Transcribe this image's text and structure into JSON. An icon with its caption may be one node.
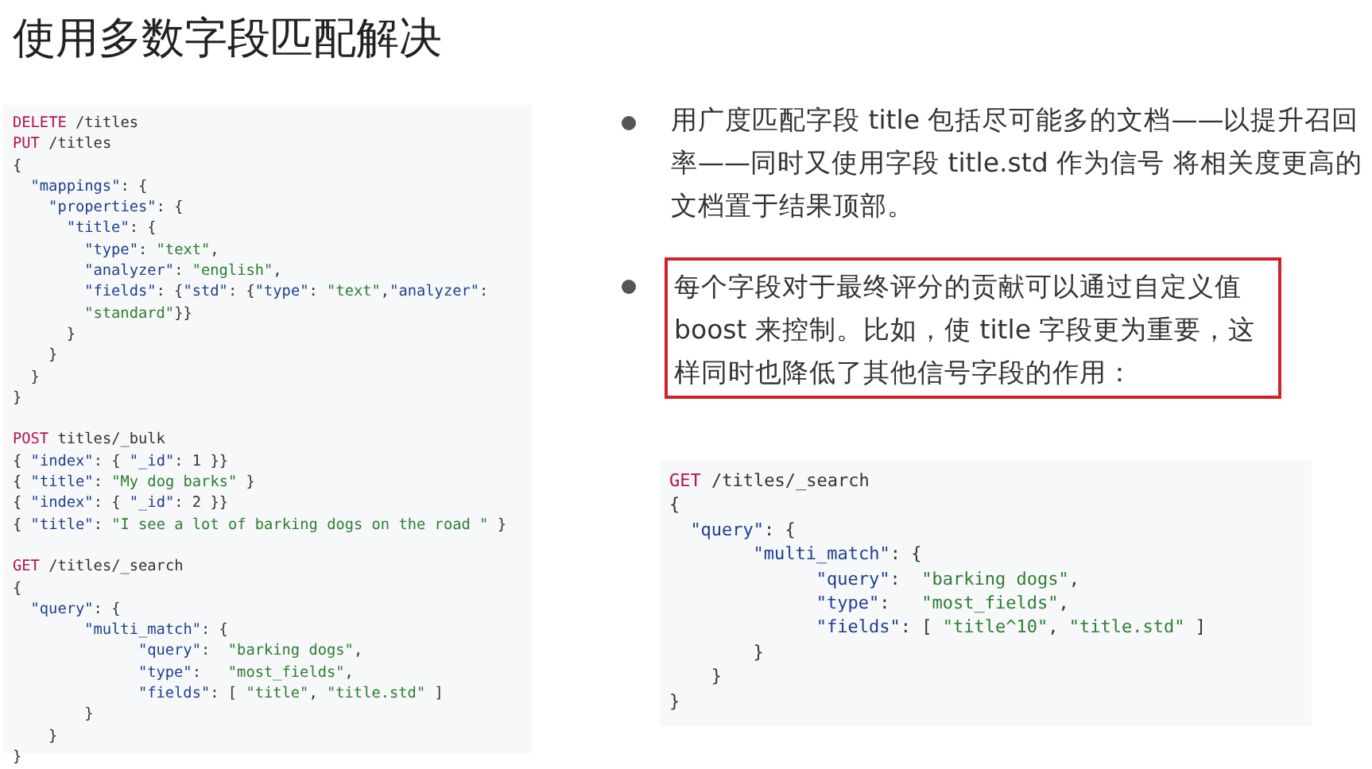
{
  "diagram": {
    "title": "使用多数字段匹配解决",
    "nodes": [
      {
        "text": [
          "DELETE /titles",
          "PUT /titles",
          "{",
          "  \"mappings\": {",
          "    \"properties\": {",
          "      \"title\": {",
          "        \"type\": \"text\",",
          "        \"analyzer\": \"english\",",
          "        \"fields\": {\"std\": {\"type\": \"text\",\"analyzer\": \"standard\"}}",
          "      }",
          "    }",
          "  }",
          "}",
          "POST titles/_bulk",
          "{ \"index\": { \"_id\": 1 }}",
          "{ \"title\": \"My dog barks\" }",
          "{ \"index\": { \"_id\": 2 }}",
          "{ \"title\": \"I see a lot of barking dogs on the road \" }",
          "GET /titles/_search",
          "{",
          "  \"query\": {",
          "        \"multi_match\": {",
          "              \"query\":  \"barking dogs\",",
          "              \"type\":   \"most_fields\",",
          "              \"fields\": [ \"title\", \"title.std\" ]",
          "        }",
          "    }",
          "}"
        ]
      },
      {
        "text": [
          "每个字段对于最终评分的贡献可以通过自定义值 boost 来控制。比如，使 title 字段更为重要，这样同时也降低了其他信号字段的作用："
        ]
      },
      {
        "text": [
          "GET /titles/_search",
          "{",
          "  \"query\": {",
          "        \"multi_match\": {",
          "              \"query\":  \"barking dogs\",",
          "              \"type\":   \"most_fields\",",
          "              \"fields\": [ \"title^10\", \"title.std\" ]",
          "        }",
          "    }",
          "}"
        ]
      }
    ],
    "labels": [
      "用广度匹配字段 title 包括尽可能多的文档——以提升召回率——同时又使用字段 title.std 作为信号 将相关度更高的文档置于结果顶部。"
    ]
  }
}
